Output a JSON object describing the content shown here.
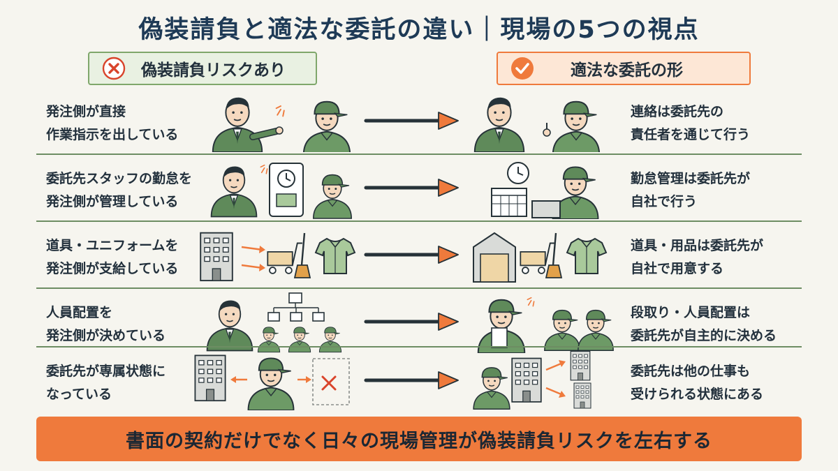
{
  "title": "偽装請負と適法な委託の違い｜現場の5つの視点",
  "left_header": {
    "label": "偽装請負リスクあり",
    "icon": "x-mark-icon",
    "color": "#7fa76b"
  },
  "right_header": {
    "label": "適法な委託の形",
    "icon": "check-mark-icon",
    "color": "#ef7a3c"
  },
  "rows": [
    {
      "left": [
        "発注側が直接",
        "作業指示を出している"
      ],
      "right": [
        "連絡は委託先の",
        "責任者を通じて行う"
      ]
    },
    {
      "left": [
        "委託先スタッフの勤怠を",
        "発注側が管理している"
      ],
      "right": [
        "勤怠管理は委託先が",
        "自社で行う"
      ]
    },
    {
      "left": [
        "道具・ユニフォームを",
        "発注側が支給している"
      ],
      "right": [
        "道具・用品は委託先が",
        "自社で用意する"
      ]
    },
    {
      "left": [
        "人員配置を",
        "発注側が決めている"
      ],
      "right": [
        "段取り・人員配置は",
        "委託先が自主的に決める"
      ]
    },
    {
      "left": [
        "委託先が専属状態に",
        "なっている"
      ],
      "right": [
        "委託先は他の仕事も",
        "受けられる状態にある"
      ]
    }
  ],
  "footer": "書面の契約だけでなく日々の現場管理が偽装請負リスクを左右する",
  "colors": {
    "accent_orange": "#ef7a3c",
    "worker_green": "#5f8a5a",
    "navy": "#1e3a56",
    "background": "#f6f5ef"
  }
}
